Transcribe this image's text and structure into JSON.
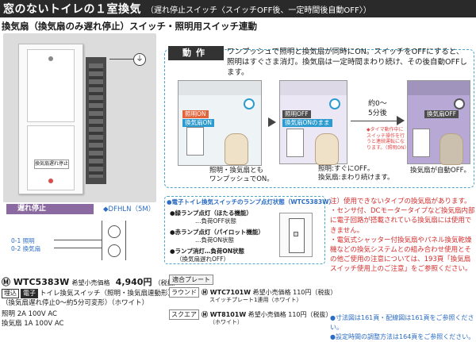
{
  "header": {
    "title": "窓のないトイレの１室換気",
    "subtitle": "（遅れ停止スイッチ〈スイッチOFF後、一定時間後自動OFF〉）"
  },
  "section_title": "換気扇（換気扇のみ遅れ停止）スイッチ・照明用スイッチ連動",
  "product": {
    "plate_label": "換気扇\n遅れ停止",
    "delay_tag": "遅れ停止",
    "dfhln": "◆DFHLN（5M）",
    "connector_icon": "plug-icon",
    "wiring_labels": [
      "0-1 照明",
      "0-2 換気扇"
    ]
  },
  "model": {
    "name": "Ⓜ WTC5383W",
    "price_label": "希望小売価格",
    "price": "4,940円",
    "tax": "（税抜）",
    "spec_lines": [
      "トイレ換気スイッチ（照明・換気扇連動形）",
      "（換気扇遅れ停止0～約5分可変形）（ホワイト）",
      "照明 2A 100V AC",
      "換気扇 1A 100V AC"
    ],
    "spec_box1": "埋込",
    "spec_box2": "電子"
  },
  "operation": {
    "title": "動作",
    "description": "ワンプッシュで照明と換気扇が同時にON。スイッチをOFFにすると、照明はすぐさま消灯。換気扇は一定時間まわり続け、その後自動OFFします。",
    "scene1": {
      "tag_light": "照明ON",
      "tag_fan": "換気扇ON",
      "caption": "照明・換気扇とも\nワンプッシュでON。"
    },
    "scene2": {
      "tag_light": "照明OFF",
      "tag_fan": "換気扇ONのまま",
      "caption": "照明:すぐにOFF。\n換気扇:まわり続けます。"
    },
    "after_time": "約0～\n5分後",
    "timer_note": "◆タイマ動作中にスイッチ操作を行うと連続運転になります。（照明ON）",
    "scene3": {
      "tag_fan": "換気扇OFF",
      "caption": "換気扇が自動OFF。"
    }
  },
  "lamp_state": {
    "title": "●電子トイレ換気スイッチのランプ点灯状態（WTC5383W）",
    "items": [
      {
        "head": "●緑ランプ点灯（ほたる機能）",
        "sub": "…負荷OFF状態"
      },
      {
        "head": "●赤ランプ点灯（パイロット機能）",
        "sub": "…負荷ON状態"
      },
      {
        "head": "●ランプ消灯…負荷ON状態",
        "sub": "（換気扇遅れOFF）"
      }
    ]
  },
  "caution": {
    "lines": [
      "注）使用できないタイプの換気扇があります。",
      "・センサ付、DCモータータイプなど換気扇内部に電子回路が搭載されている換気扇には使用できません。",
      "・電気式シャッター付換気扇やパネル換気乾燥機などの換気システムとの組み合わせ使用とその他ご使用の注意については、193頁「換気扇スイッチ使用上のご注意」をご参照ください。"
    ]
  },
  "plates": {
    "header": "適合プレート",
    "rows": [
      {
        "type": "ラウンド",
        "model": "Ⓜ WTC7101W",
        "price": "希望小売価格 110円（税抜）",
        "sub": "スイッチプレート1連用（ホワイト）"
      },
      {
        "type": "スクエア",
        "model": "Ⓜ WT8101W",
        "price": "希望小売価格 110円（税抜）",
        "sub": "（ホワイト）"
      }
    ]
  },
  "footnotes": [
    "●寸法図は161頁・配線図は161頁をご参照ください。",
    "●設定時間の調整方法は164頁をご参照ください。"
  ]
}
